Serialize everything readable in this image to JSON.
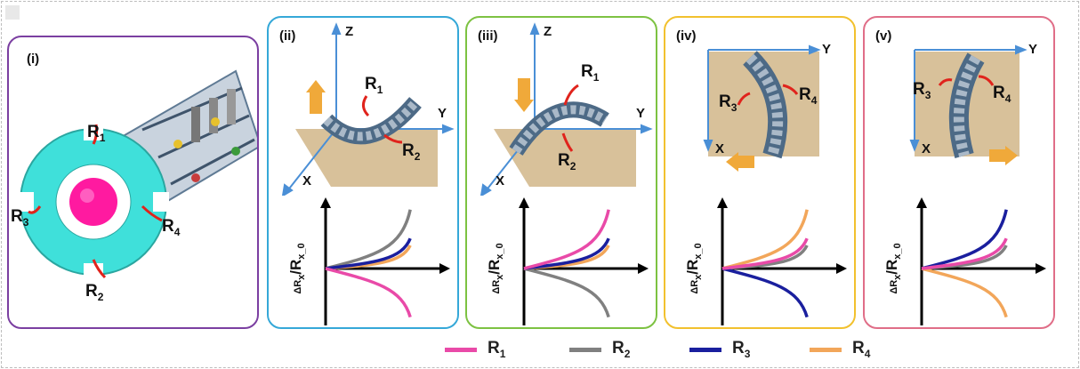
{
  "panels": [
    {
      "id": "i",
      "label": "(i)",
      "color": "#7b3fa1"
    },
    {
      "id": "ii",
      "label": "(ii)",
      "color": "#35a8d8",
      "axes": {
        "z": "Z",
        "y": "Y",
        "x": "X"
      },
      "resistors": {
        "r1": "R",
        "r1_sub": "1",
        "r2": "R",
        "r2_sub": "2"
      },
      "ylabel": "ΔR",
      "ylabel_sub1": "x",
      "ylabel_mid": "/R",
      "ylabel_sub2": "x_0"
    },
    {
      "id": "iii",
      "label": "(iii)",
      "color": "#7dc242",
      "axes": {
        "z": "Z",
        "y": "Y",
        "x": "X"
      },
      "resistors": {
        "r1": "R",
        "r1_sub": "1",
        "r2": "R",
        "r2_sub": "2"
      },
      "ylabel": "ΔR",
      "ylabel_sub1": "x",
      "ylabel_mid": "/R",
      "ylabel_sub2": "x_0"
    },
    {
      "id": "iv",
      "label": "(iv)",
      "color": "#f2c12e",
      "axes": {
        "y": "Y",
        "x": "X"
      },
      "resistors": {
        "r3": "R",
        "r3_sub": "3",
        "r4": "R",
        "r4_sub": "4"
      },
      "ylabel": "ΔR",
      "ylabel_sub1": "x",
      "ylabel_mid": "/R",
      "ylabel_sub2": "x_0"
    },
    {
      "id": "v",
      "label": "(v)",
      "color": "#e06e88",
      "axes": {
        "y": "Y",
        "x": "X"
      },
      "resistors": {
        "r3": "R",
        "r3_sub": "3",
        "r4": "R",
        "r4_sub": "4"
      },
      "ylabel": "ΔR",
      "ylabel_sub1": "x",
      "ylabel_mid": "/R",
      "ylabel_sub2": "x_0"
    }
  ],
  "panel_i_labels": {
    "r1": "R",
    "r1_sub": "1",
    "r2": "R",
    "r2_sub": "2",
    "r3": "R",
    "r3_sub": "3",
    "r4": "R",
    "r4_sub": "4"
  },
  "legend": [
    {
      "name": "R",
      "sub": "1",
      "color": "#e94aa8"
    },
    {
      "name": "R",
      "sub": "2",
      "color": "#808080"
    },
    {
      "name": "R",
      "sub": "3",
      "color": "#1a1f9e"
    },
    {
      "name": "R",
      "sub": "4",
      "color": "#f2a65a"
    }
  ],
  "colors": {
    "r1": "#e94aa8",
    "r2": "#808080",
    "r3": "#1a1f9e",
    "r4": "#f2a65a",
    "axis3d": "#4a8fd6",
    "arrow": "#f0a93a",
    "wood": "#d8c19a",
    "red_lead": "#e0231c",
    "cyan_disc": "#3fe0da",
    "magenta_core": "#ff1aa0"
  },
  "curve_trends": {
    "ii": {
      "r1": "decrease",
      "r2": "increase-strong",
      "r3": "increase",
      "r4": "increase-weak"
    },
    "iii": {
      "r1": "increase-strong",
      "r2": "decrease",
      "r3": "increase",
      "r4": "increase-weak"
    },
    "iv": {
      "r1": "increase",
      "r2": "increase-weak",
      "r3": "decrease",
      "r4": "increase-strong"
    },
    "v": {
      "r1": "increase",
      "r2": "increase-weak",
      "r3": "increase-strong",
      "r4": "decrease"
    }
  }
}
